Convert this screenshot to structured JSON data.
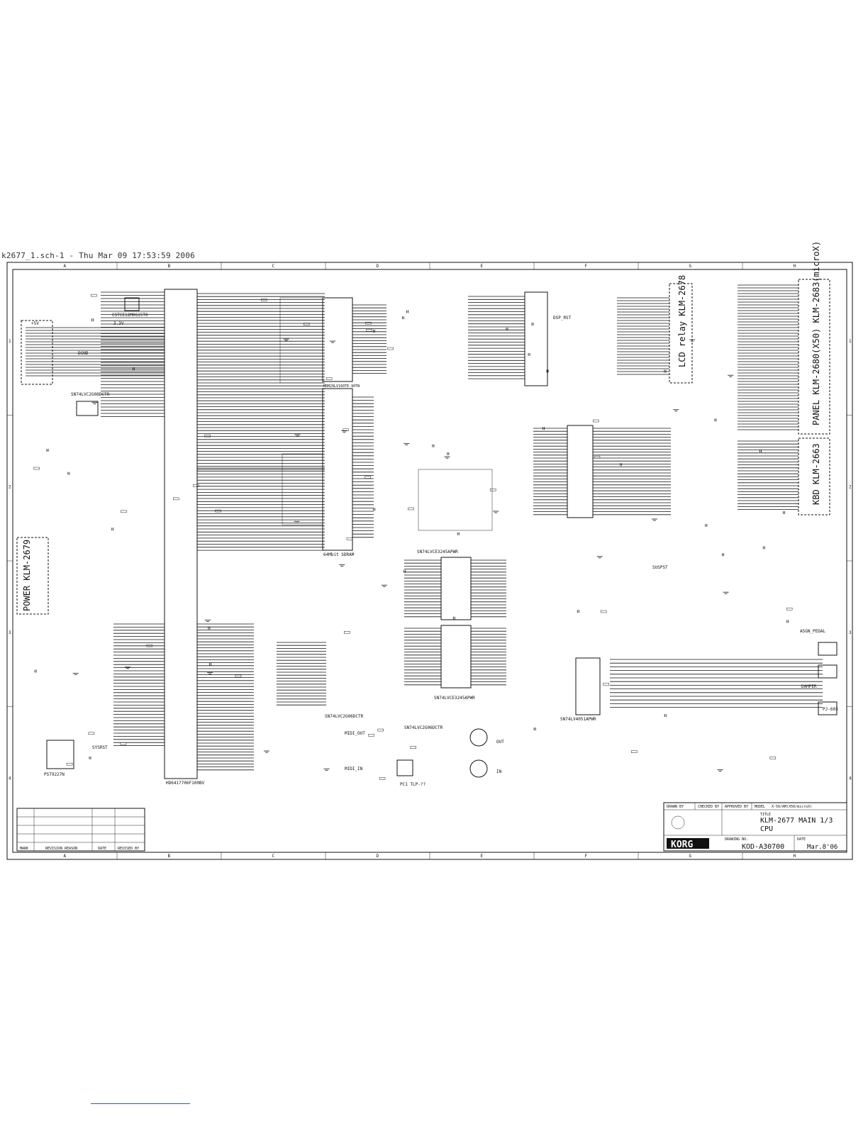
{
  "header": {
    "file_stamp": "k2677_1.sch-1 - Thu Mar 09 17:53:59 2006"
  },
  "frame": {
    "columns": [
      "A",
      "B",
      "C",
      "D",
      "E",
      "F",
      "G",
      "H"
    ],
    "rows": [
      "1",
      "2",
      "3",
      "4"
    ]
  },
  "modules": {
    "lcd_relay": "LCD relay KLM-2678",
    "panel": "PANEL KLM-2680(X50) KLM-2683(microX)",
    "kbd": "KBD KLM-2663",
    "power": "POWER KLM-2679"
  },
  "chips": {
    "cpu": "HD6417706F100BV",
    "sdram": "64Mbit SDRAM",
    "bus_buf_1": "SN74LVCE3245APWR",
    "bus_buf_2": "SN74LVCE3245APWR",
    "usb_ic": "SN74LVC2G08DCTR",
    "osc": "CSTCE12M0G15T0",
    "reset": "PST9227N",
    "midi_buf_1": "SN74LVC2G06DCTR",
    "midi_buf_2": "SN74LVC2G06DCTR",
    "opto": "PC1 TLP-??",
    "adc": "SN74LV4051APWR",
    "flash": "MBM29LV160TE-90TN"
  },
  "signals": {
    "sig_1": "SYSRST",
    "sig_2": "MIDI_OUT",
    "sig_3": "MIDI_IN",
    "sig_4": "DSP_RST",
    "sig_5": "SUSPST",
    "sig_6": "ASGN_PEDAL",
    "sig_7": "DAMPER",
    "sig_8": "PJ-603",
    "sig_9": "OUT",
    "sig_10": "IN",
    "sig_11": "3.3V",
    "sig_12": "+5V",
    "sig_13": "DGND"
  },
  "title_block": {
    "drawn_by_label": "DRAWN BY",
    "checked_by_label": "CHECKED BY",
    "approved_by_label": "APPROVED BY",
    "model_label": "MODEL",
    "model_value": "X-50/AM(X50/microX)",
    "title_label": "TITLE",
    "title_line1": "KLM-2677 MAIN 1/3",
    "title_line2": "CPU",
    "drawing_no_label": "DRAWING NO.",
    "drawing_no": "KOD-A30700",
    "date_label": "DATE",
    "date_value": "Mar.8'06",
    "brand": "KORG",
    "revision_headers": [
      "MARK",
      "REVISION REASON",
      "DATE",
      "REVISED BY"
    ]
  }
}
